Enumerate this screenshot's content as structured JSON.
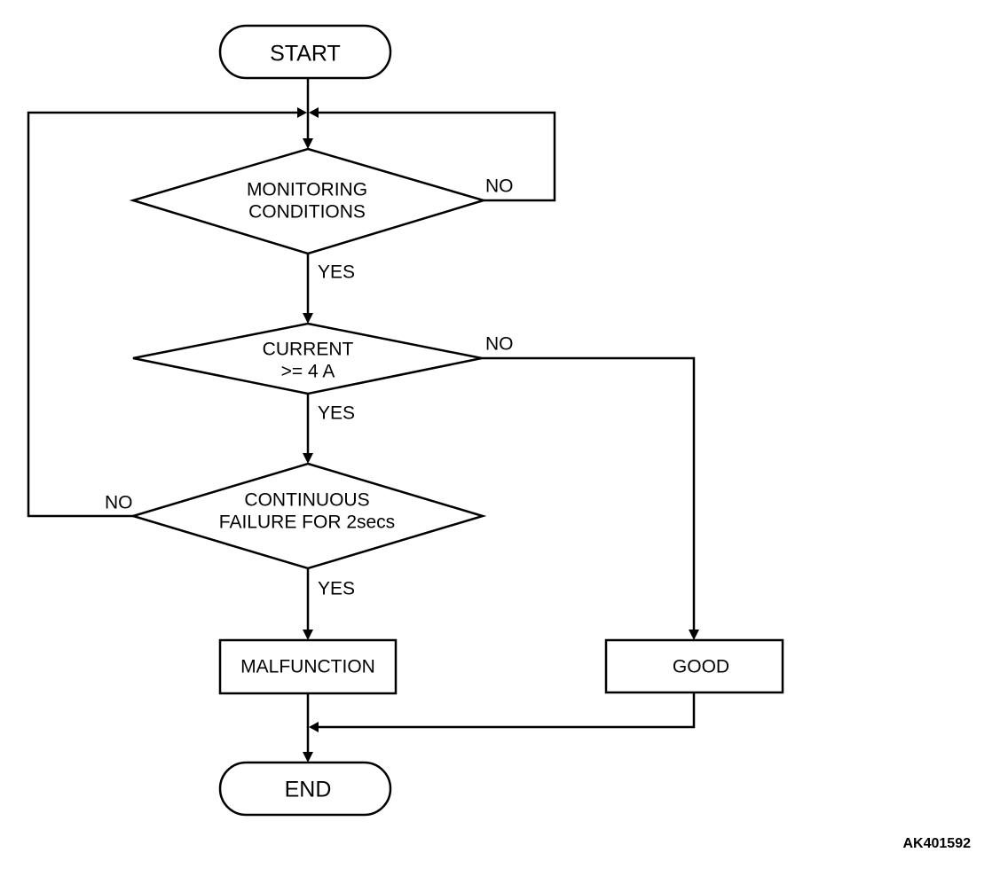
{
  "nodes": {
    "start": "START",
    "monitoring": [
      "MONITORING",
      "CONDITIONS"
    ],
    "current": [
      "CURRENT",
      ">= 4 A"
    ],
    "continuous": [
      "CONTINUOUS",
      "FAILURE FOR 2secs"
    ],
    "malfunction": "MALFUNCTION",
    "good": "GOOD",
    "end": "END"
  },
  "edges": {
    "monitoring_yes": "YES",
    "monitoring_no": "NO",
    "current_yes": "YES",
    "current_no": "NO",
    "continuous_yes": "YES",
    "continuous_no": "NO"
  },
  "figure_code": "AK401592"
}
